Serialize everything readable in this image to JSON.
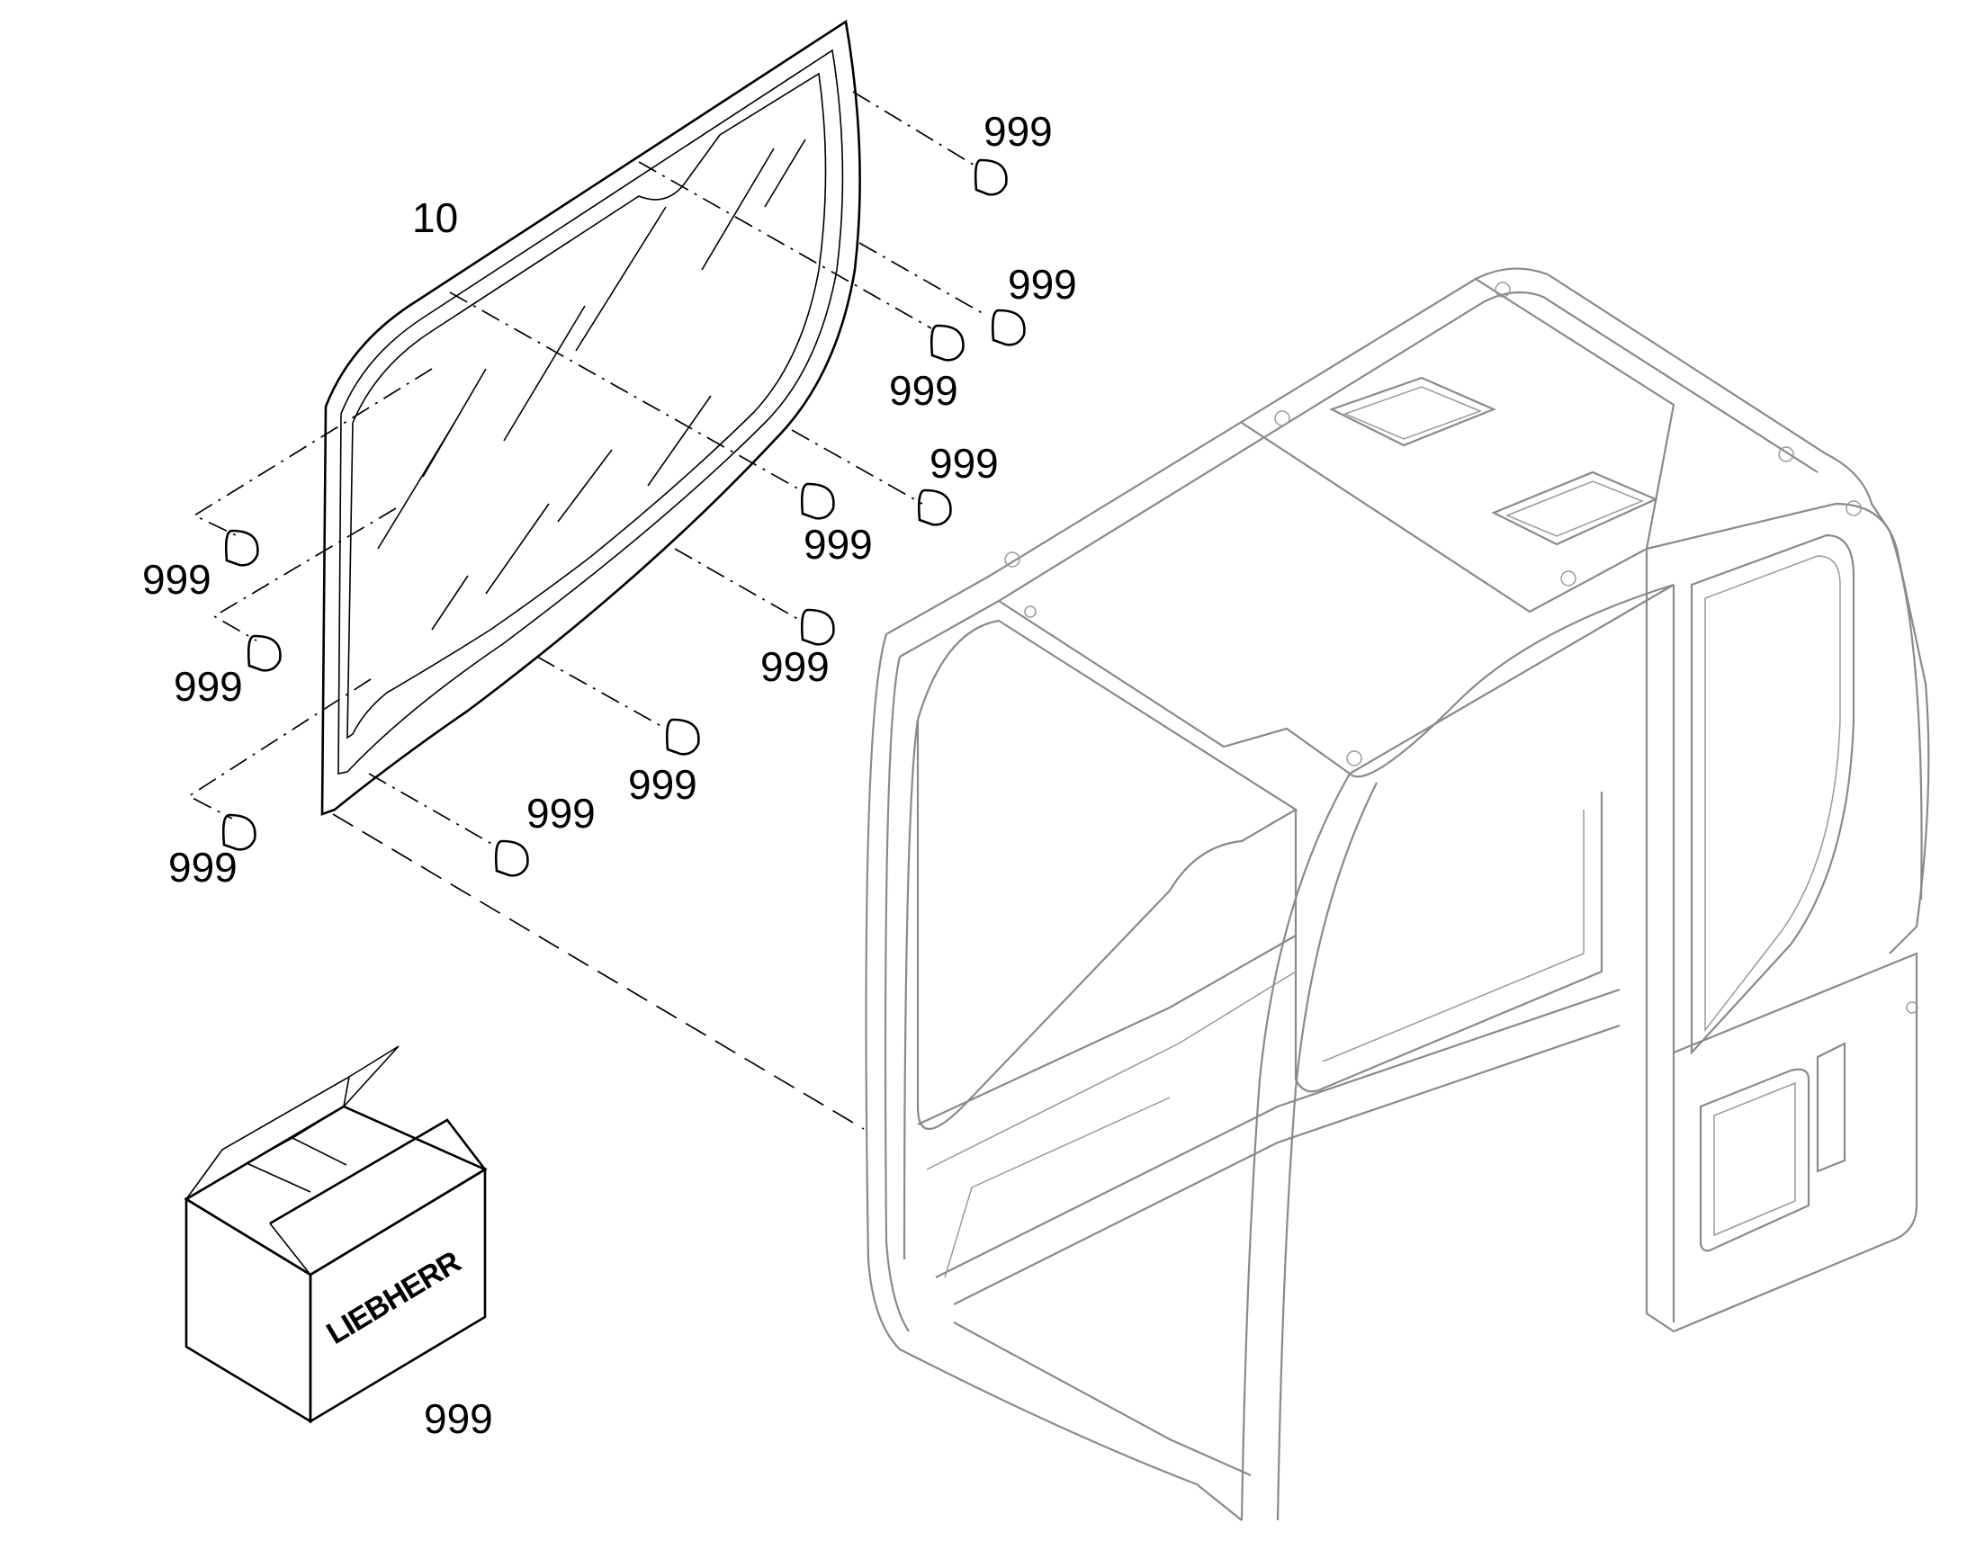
{
  "diagram": {
    "part_window_label": "10",
    "part_kit_label": "999",
    "callouts": [
      "999",
      "999",
      "999",
      "999",
      "999",
      "999",
      "999",
      "999",
      "999",
      "999",
      "999"
    ],
    "box_logo": "LIEBHERR"
  }
}
